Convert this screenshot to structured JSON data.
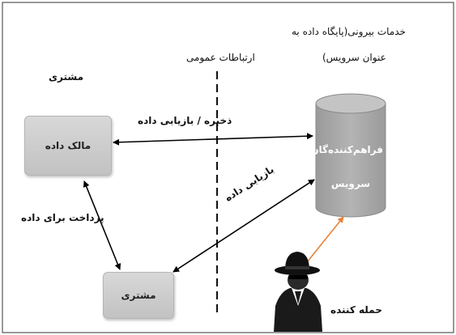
{
  "diagram": {
    "external_service_line1": "خدمات بیرونی(پایگاه داده به",
    "external_service_line2": "عنوان سرویس)",
    "public_comm": "ارتباطات عمومی",
    "customer_heading": "مشتری",
    "data_owner": "مالک داده",
    "customer_box": "مشتری",
    "provider_line1": "فراهم‌کننده‌گان",
    "provider_line2": "سرویس",
    "store_retrieve": "ذخیره / بازیابی داده",
    "data_retrieval": "بازیابی داده",
    "pay_for_data": "پرداخت برای داده",
    "attacker": "حمله کننده"
  },
  "colors": {
    "box_fill": "#c8c8c8",
    "cylinder_fill": "#a9a9a9",
    "arrow_black": "#000000",
    "arrow_attack": "#f4a460"
  }
}
